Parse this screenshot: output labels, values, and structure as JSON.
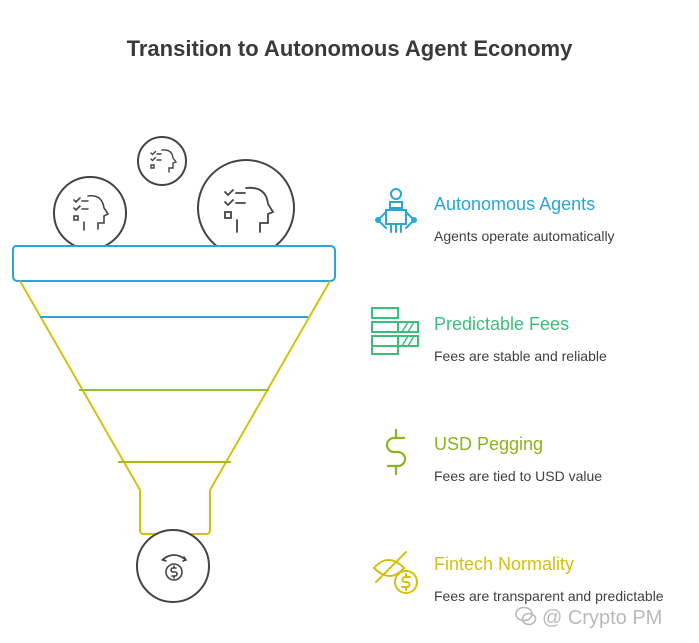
{
  "title": "Transition to Autonomous Agent Economy",
  "items": [
    {
      "label": "Autonomous Agents",
      "description": "Agents operate automatically",
      "color": "#2aa6d6",
      "icon": "robot-icon"
    },
    {
      "label": "Predictable Fees",
      "description": "Fees are stable and reliable",
      "color": "#3dbd7a",
      "icon": "bars-chart-icon"
    },
    {
      "label": "USD Pegging",
      "description": "Fees are tied to USD value",
      "color": "#8ab51e",
      "icon": "dollar-icon"
    },
    {
      "label": "Fintech Normality",
      "description": "Fees are transparent and predictable",
      "color": "#d4c10e",
      "icon": "eye-dollar-icon"
    }
  ],
  "watermark": "@ Crypto PM",
  "colors": {
    "outline": "#444444",
    "stroke_top": "#2aa6d6",
    "stroke_mid1": "#3dbd7a",
    "stroke_mid2": "#8ab51e",
    "stroke_bottom": "#d4c10e"
  }
}
